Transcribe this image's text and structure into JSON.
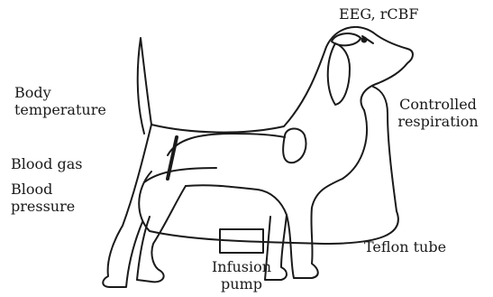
{
  "labels": {
    "eeg_rcbf": "EEG, rCBF",
    "body_temperature": [
      "Body",
      "temperature"
    ],
    "blood_gas": "Blood gas",
    "blood_pressure": [
      "Blood",
      "pressure"
    ],
    "controlled_respiration": [
      "Controlled",
      "respiration"
    ],
    "teflon_tube": "Teflon tube",
    "infusion_pump": [
      "Infusion",
      "pump"
    ]
  },
  "colors": {
    "ink": "#1a1a1a",
    "background": "#ffffff"
  }
}
